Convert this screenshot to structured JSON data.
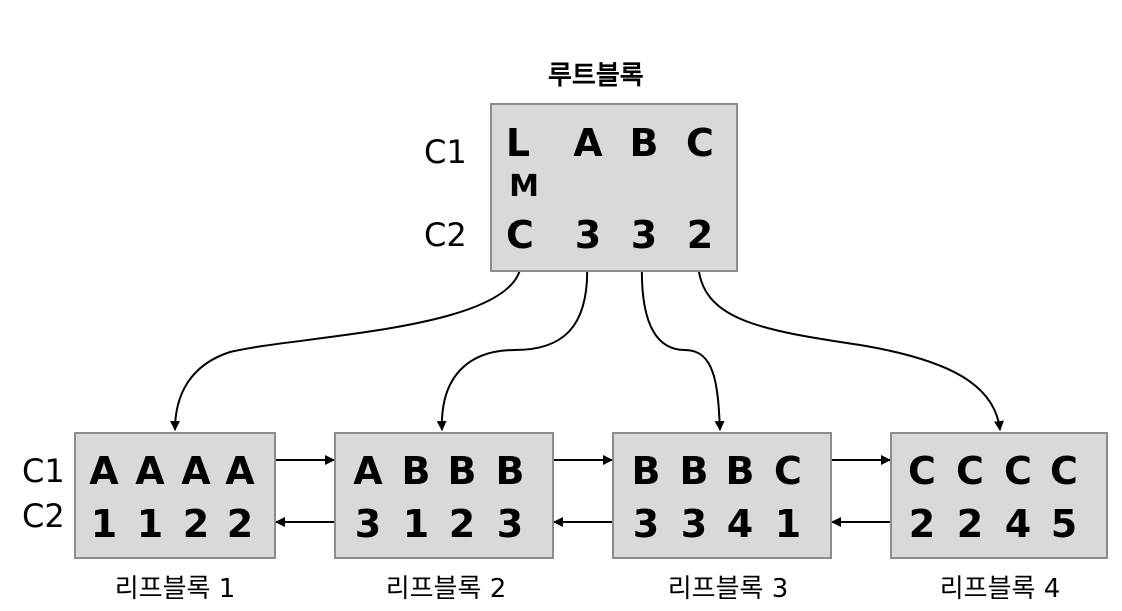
{
  "root": {
    "title": "루트블록",
    "row_labels": [
      "C1",
      "C2"
    ],
    "c1": [
      "L",
      "A",
      "B",
      "C"
    ],
    "c1_extra": "M",
    "c2": [
      "C",
      "3",
      "3",
      "2"
    ]
  },
  "leaves": [
    {
      "caption": "리프블록 1",
      "c1": [
        "A",
        "A",
        "A",
        "A"
      ],
      "c2": [
        "1",
        "1",
        "2",
        "2"
      ]
    },
    {
      "caption": "리프블록 2",
      "c1": [
        "A",
        "B",
        "B",
        "B"
      ],
      "c2": [
        "3",
        "1",
        "2",
        "3"
      ]
    },
    {
      "caption": "리프블록 3",
      "c1": [
        "B",
        "B",
        "B",
        "C"
      ],
      "c2": [
        "3",
        "3",
        "4",
        "1"
      ]
    },
    {
      "caption": "리프블록 4",
      "c1": [
        "C",
        "C",
        "C",
        "C"
      ],
      "c2": [
        "2",
        "2",
        "4",
        "5"
      ]
    }
  ],
  "leaf_row_labels": [
    "C1",
    "C2"
  ]
}
